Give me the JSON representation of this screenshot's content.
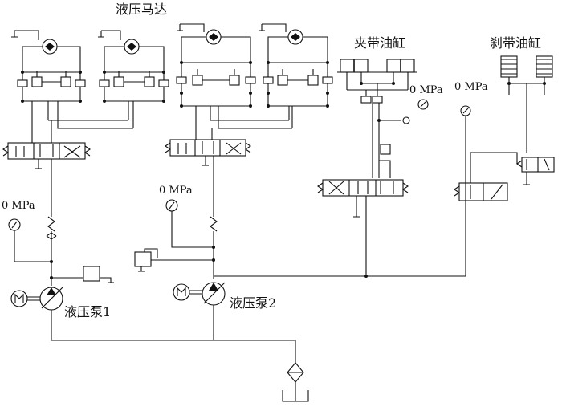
{
  "labels": {
    "motors": "液压马达",
    "clamp_cylinder": "夹带油缸",
    "brake_cylinder": "刹带油缸",
    "pump1": "液压泵1",
    "pump2": "液压泵2"
  },
  "gauges": [
    {
      "id": "gauge-left",
      "reading": "0 MPa"
    },
    {
      "id": "gauge-mid",
      "reading": "0 MPa"
    },
    {
      "id": "gauge-clamp",
      "reading": "0 MPa"
    },
    {
      "id": "gauge-brake",
      "reading": "0 MPa"
    }
  ]
}
